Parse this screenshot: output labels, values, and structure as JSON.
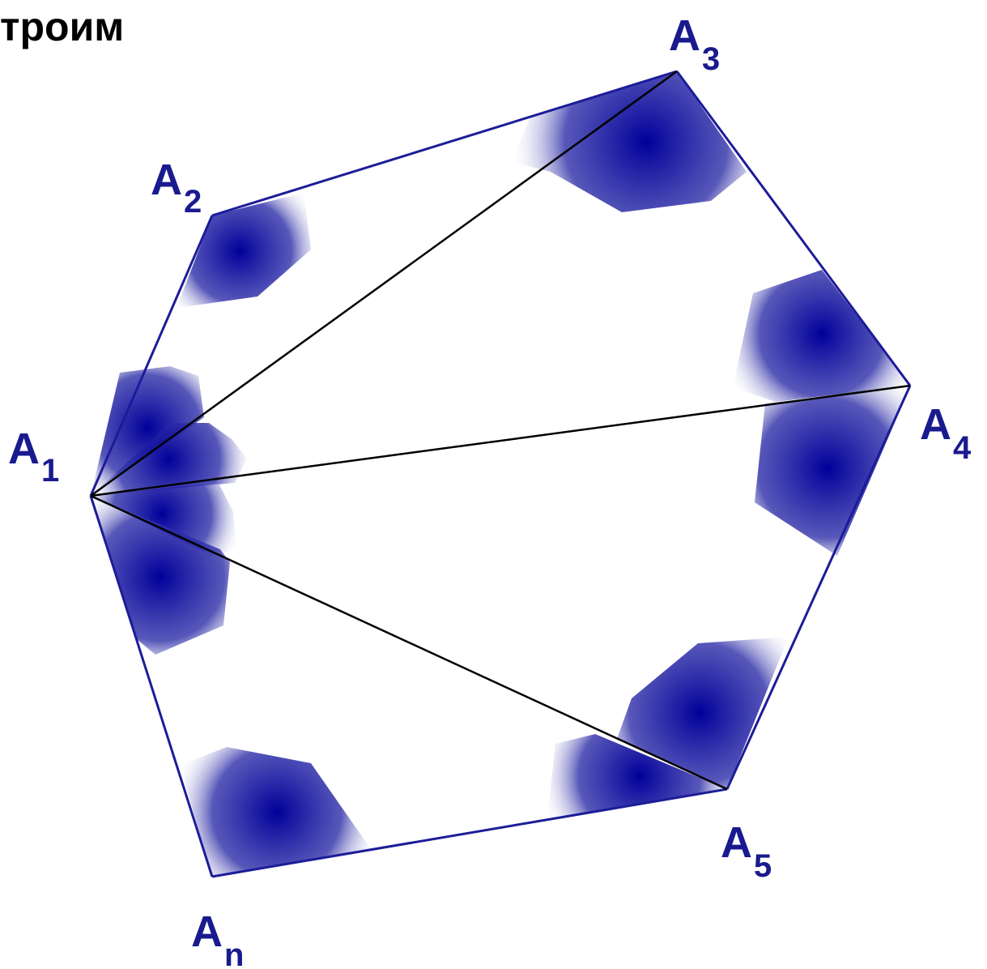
{
  "heading": "троим",
  "colors": {
    "polygon_stroke": "#1c1c99",
    "diagonal_stroke": "#000000",
    "label_fill": "#1a1a8f",
    "shade_core": "#00009a",
    "shade_edge": "#ffffff"
  },
  "vertices": [
    {
      "id": "A1",
      "letter": "A",
      "subscript": "1"
    },
    {
      "id": "A2",
      "letter": "A",
      "subscript": "2"
    },
    {
      "id": "A3",
      "letter": "A",
      "subscript": "3"
    },
    {
      "id": "A4",
      "letter": "A",
      "subscript": "4"
    },
    {
      "id": "A5",
      "letter": "A",
      "subscript": "5"
    },
    {
      "id": "An",
      "letter": "A",
      "subscript": "n"
    }
  ],
  "polygon_order": [
    "A1",
    "A2",
    "A3",
    "A4",
    "A5",
    "An"
  ],
  "diagonals": [
    [
      "A1",
      "A3"
    ],
    [
      "A1",
      "A4"
    ],
    [
      "A1",
      "A5"
    ]
  ]
}
